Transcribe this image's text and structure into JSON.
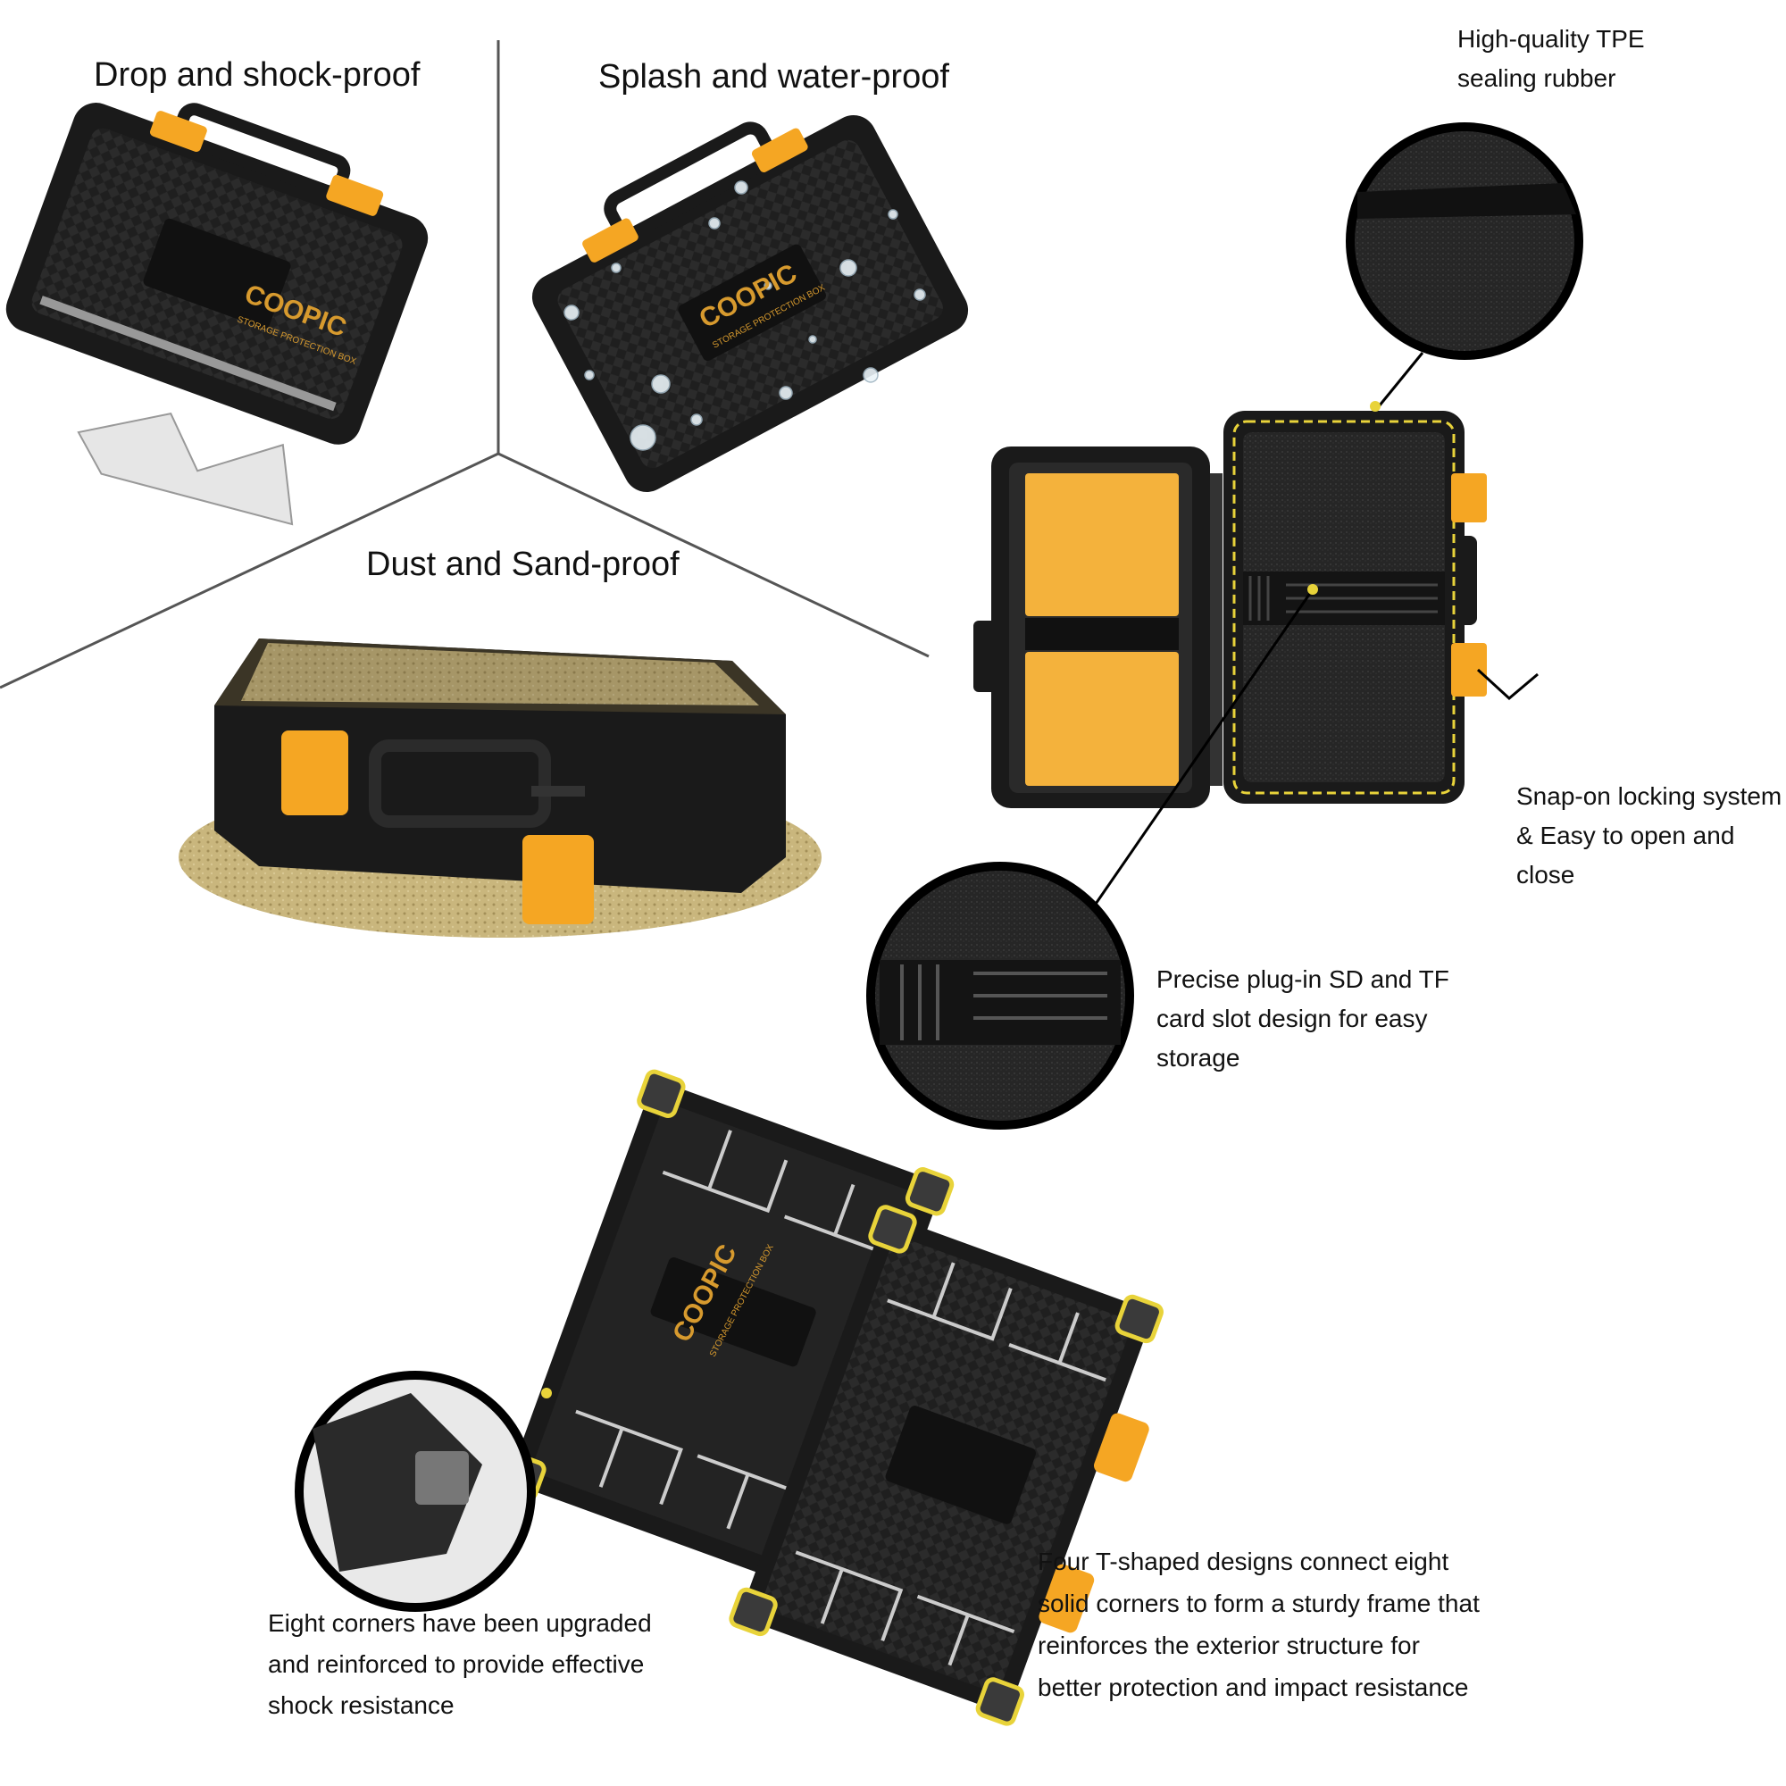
{
  "features": {
    "drop": "Drop and shock-proof",
    "splash": "Splash and water-proof",
    "dust": "Dust and Sand-proof"
  },
  "brand": {
    "logo": "COOPIC",
    "tagline": "STORAGE PROTECTION BOX"
  },
  "callouts": {
    "tpe": "High-quality TPE\nsealing rubber",
    "snap": "Snap-on locking system\n& Easy to open and close",
    "slot": "Precise plug-in SD and TF\ncard slot design for easy\nstorage",
    "corners": "Eight corners have been upgraded\nand reinforced to provide effective\nshock resistance",
    "tshape": "Four T-shaped designs connect eight\nsolid corners to form a sturdy frame that\nreinforces the exterior structure for\nbetter protection and impact resistance"
  },
  "colors": {
    "case_body": "#1c1c1c",
    "latch_orange": "#f5a623",
    "card_tray": "#f4b23c",
    "corner_yellow": "#e8d33a",
    "sand": "#b8a36a",
    "foam": "#2a2a2a"
  }
}
